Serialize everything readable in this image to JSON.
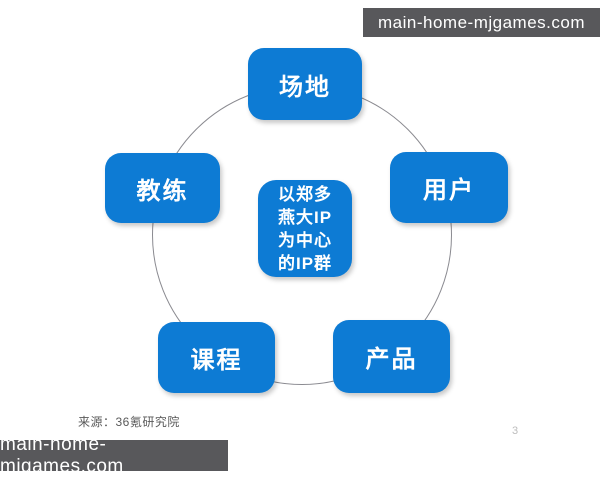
{
  "watermark": {
    "text": "main-home-mjgames.com",
    "background_color": "#58585b",
    "text_color": "#ffffff"
  },
  "diagram": {
    "type": "circular-relationship-diagram",
    "node_color": "#0d7bd4",
    "node_text_color": "#ffffff",
    "circle_color": "#8a8a90",
    "center_node": {
      "label": "以郑多燕大IP为中心的IP群",
      "lines": [
        "以郑多",
        "燕大IP",
        "为中心",
        "的IP群"
      ]
    },
    "nodes": [
      {
        "id": "venue",
        "label": "场地",
        "position": "top"
      },
      {
        "id": "user",
        "label": "用户",
        "position": "right"
      },
      {
        "id": "product",
        "label": "产品",
        "position": "bottom-right"
      },
      {
        "id": "course",
        "label": "课程",
        "position": "bottom-left"
      },
      {
        "id": "coach",
        "label": "教练",
        "position": "left"
      }
    ]
  },
  "footer": {
    "source": "来源：36氪研究院",
    "page_number": "3"
  }
}
